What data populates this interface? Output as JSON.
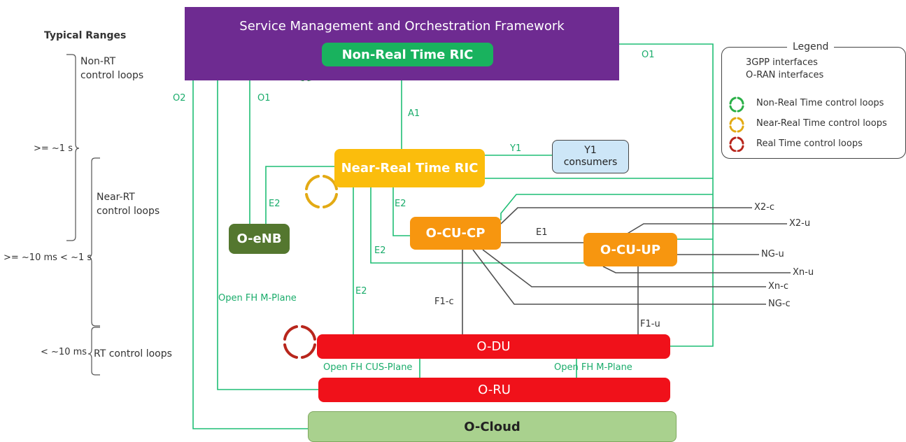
{
  "colors": {
    "framework": "#6e2b91",
    "ric_nonrt": "#19b25e",
    "ric_nearrt": "#fbbd0c",
    "ocu": "#f7960f",
    "oenb": "#54772f",
    "odu_oru": "#f0111a",
    "ocloud": "#a9d18e",
    "y1_consumers": "#cde6f7",
    "oran_line": "#1fbe75",
    "gpp_line": "#505050",
    "loop_green": "#2bb048",
    "loop_yellow": "#e3aa14",
    "loop_red": "#b8261c"
  },
  "ranges": {
    "title": "Typical Ranges",
    "non_rt_1": "Non-RT",
    "non_rt_2": "control loops",
    "near_rt_1": "Near-RT",
    "near_rt_2": "control loops",
    "rt": "RT control loops",
    "t1": ">= ~1 s",
    "t2": ">= ~10 ms < ~1 s",
    "t3": "< ~10 ms"
  },
  "nodes": {
    "smo": "Service Management and Orchestration Framework",
    "nonrt_ric": "Non-Real Time RIC",
    "nearrt_ric": "Near-Real Time RIC",
    "y1_consumers_1": "Y1",
    "y1_consumers_2": "consumers",
    "oenb": "O-eNB",
    "ocucp": "O-CU-CP",
    "ocuup": "O-CU-UP",
    "odu": "O-DU",
    "oru": "O-RU",
    "ocloud": "O-Cloud"
  },
  "interfaces": {
    "o1_top": "O1",
    "o1_oenb": "O1",
    "o2": "O2",
    "a1": "A1",
    "y1": "Y1",
    "e2_oenb": "E2",
    "e2_cucp": "E2",
    "e2_cuup": "E2",
    "e2_du": "E2",
    "e1": "E1",
    "f1c": "F1-c",
    "f1u": "F1-u",
    "fh_m_left": "Open FH M-Plane",
    "fh_cus": "Open FH CUS-Plane",
    "fh_m_right": "Open FH M-Plane",
    "x2c": "X2-c",
    "x2u": "X2-u",
    "ngu": "NG-u",
    "xnu": "Xn-u",
    "xnc": "Xn-c",
    "ngc": "NG-c"
  },
  "legend": {
    "title": "Legend",
    "gpp": "3GPP interfaces",
    "oran": "O-RAN interfaces",
    "nonrt_loops": "Non-Real Time control loops",
    "nearrt_loops": "Near-Real Time control loops",
    "rt_loops": "Real Time control loops"
  }
}
